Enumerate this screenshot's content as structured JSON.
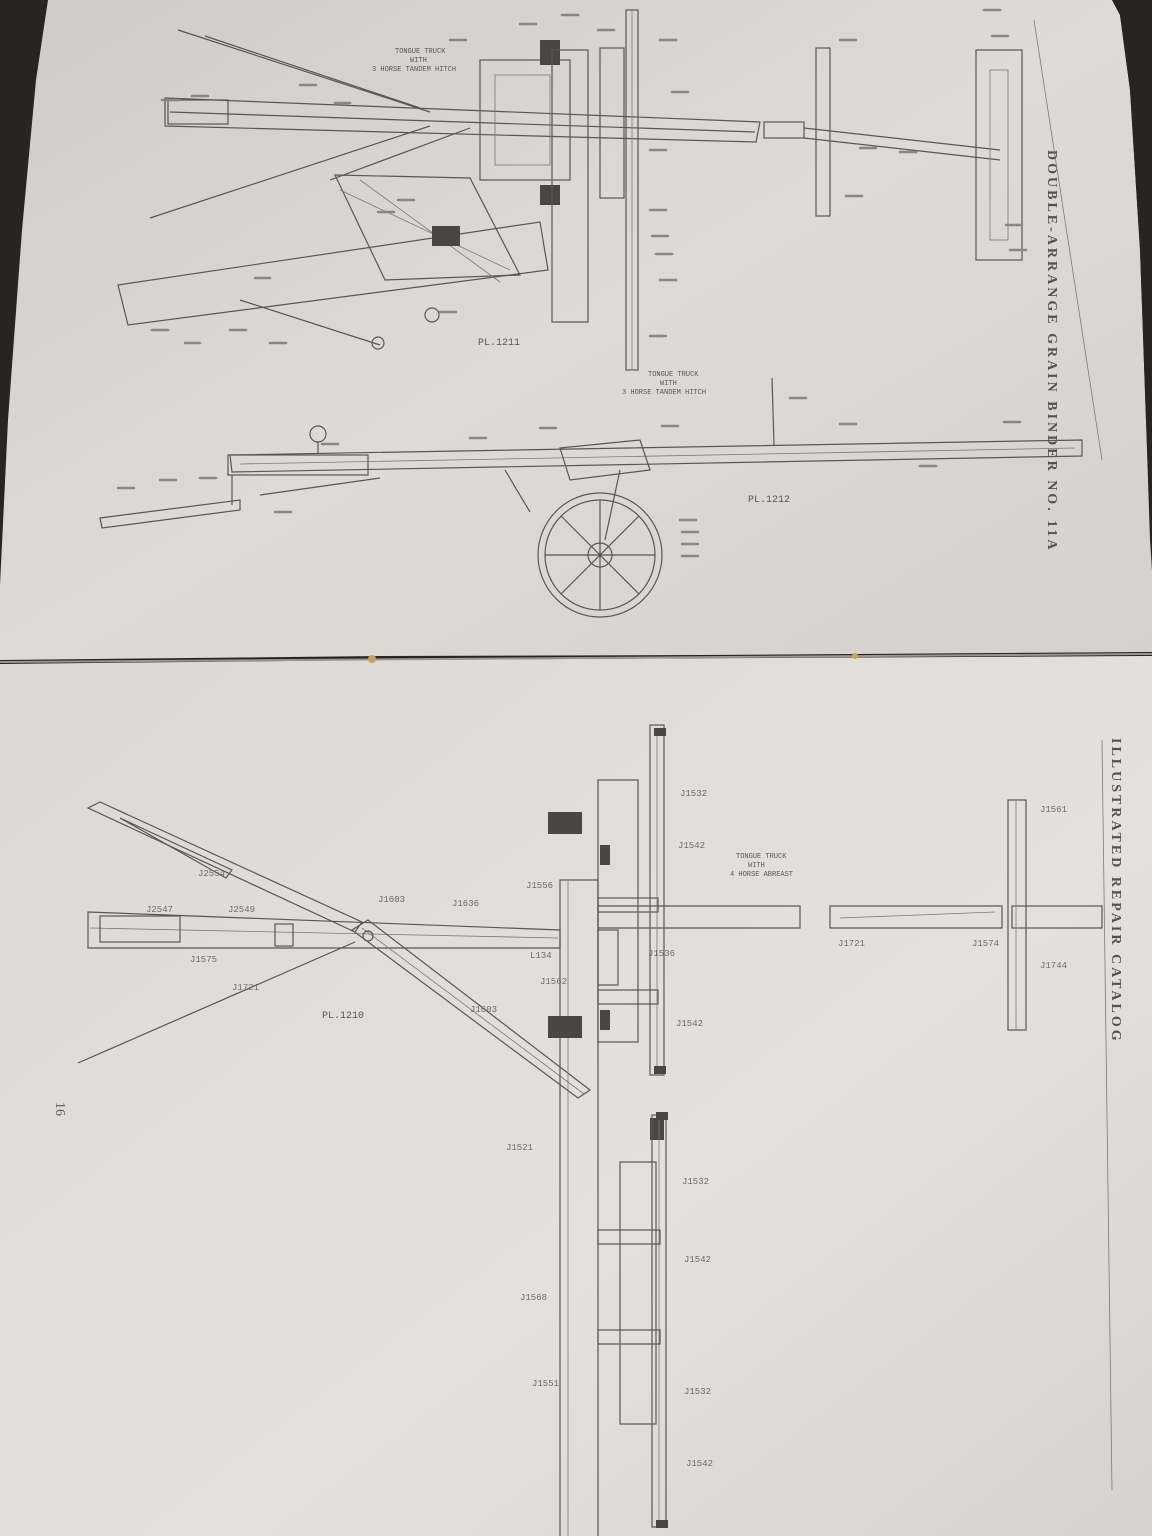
{
  "colors": {
    "background": "#2a2420",
    "paper_top": "#dcd9d2",
    "paper_bottom": "#e3e0d9",
    "ink": "#5a5652"
  },
  "top_page": {
    "side_title": "DOUBLE-ARRANGE GRAIN BINDER NO. 11A",
    "plate_upper": "PL.1211",
    "plate_lower": "PL.1212",
    "note_upper": [
      "TONGUE TRUCK",
      "WITH",
      "3 HORSE TANDEM HITCH"
    ],
    "note_lower": [
      "TONGUE TRUCK",
      "WITH",
      "3 HORSE TANDEM HITCH"
    ]
  },
  "bottom_page": {
    "side_title": "ILLUSTRATED REPAIR CATALOG",
    "page_number": "16",
    "plate": "PL.1210",
    "note": [
      "TONGUE TRUCK",
      "WITH",
      "4 HORSE ABREAST"
    ],
    "part_labels": [
      {
        "id": "cd1",
        "text": "J2554"
      },
      {
        "id": "cd2",
        "text": "J1603"
      },
      {
        "id": "cd3",
        "text": "J1636"
      },
      {
        "id": "cd4",
        "text": "J2547"
      },
      {
        "id": "cd5",
        "text": "J2549"
      },
      {
        "id": "cd6",
        "text": "J1575"
      },
      {
        "id": "cd7",
        "text": "J1721"
      },
      {
        "id": "cd8",
        "text": "J1603"
      },
      {
        "id": "cd9",
        "text": "L134"
      },
      {
        "id": "cd10",
        "text": "J1556"
      },
      {
        "id": "cd11",
        "text": "J1521"
      },
      {
        "id": "cd12",
        "text": "J1562"
      },
      {
        "id": "cd13",
        "text": "J1542"
      },
      {
        "id": "cd14",
        "text": "J1542"
      },
      {
        "id": "cd15",
        "text": "J1532"
      },
      {
        "id": "cd16",
        "text": "J1532"
      },
      {
        "id": "cd17",
        "text": "J1542"
      },
      {
        "id": "cd18",
        "text": "J1532"
      },
      {
        "id": "cd19",
        "text": "J1542"
      },
      {
        "id": "cd20",
        "text": "J1536"
      },
      {
        "id": "cd21",
        "text": "J1568"
      },
      {
        "id": "cd22",
        "text": "J1551"
      },
      {
        "id": "cd23",
        "text": "J1721"
      },
      {
        "id": "cd24",
        "text": "J1574"
      },
      {
        "id": "cd25",
        "text": "J1744"
      },
      {
        "id": "cd26",
        "text": "J1561"
      }
    ]
  }
}
